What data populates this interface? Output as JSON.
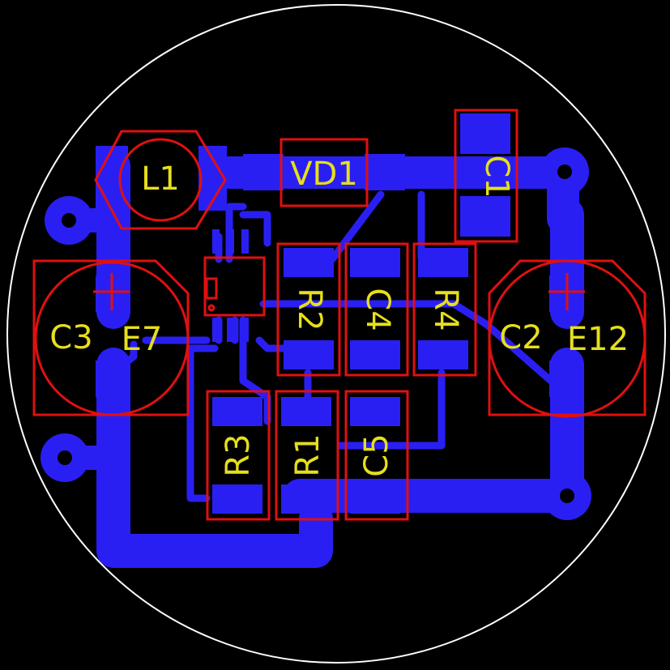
{
  "colors": {
    "background": "#000000",
    "board_outline": "#ffffff",
    "copper": "#2a1ff2",
    "silkscreen": "#e01010",
    "designator_text": "#e6df1c"
  },
  "designators": {
    "L1": "L1",
    "VD1": "VD1",
    "C1": "C1",
    "C2": "C2",
    "C3": "C3",
    "C4": "C4",
    "R1": "R1",
    "R2": "R2",
    "R3": "R3",
    "R4": "R4",
    "C5": "C5",
    "E7": "E7",
    "E12": "E12",
    "C3_plus": "+",
    "C2_plus": "+"
  }
}
